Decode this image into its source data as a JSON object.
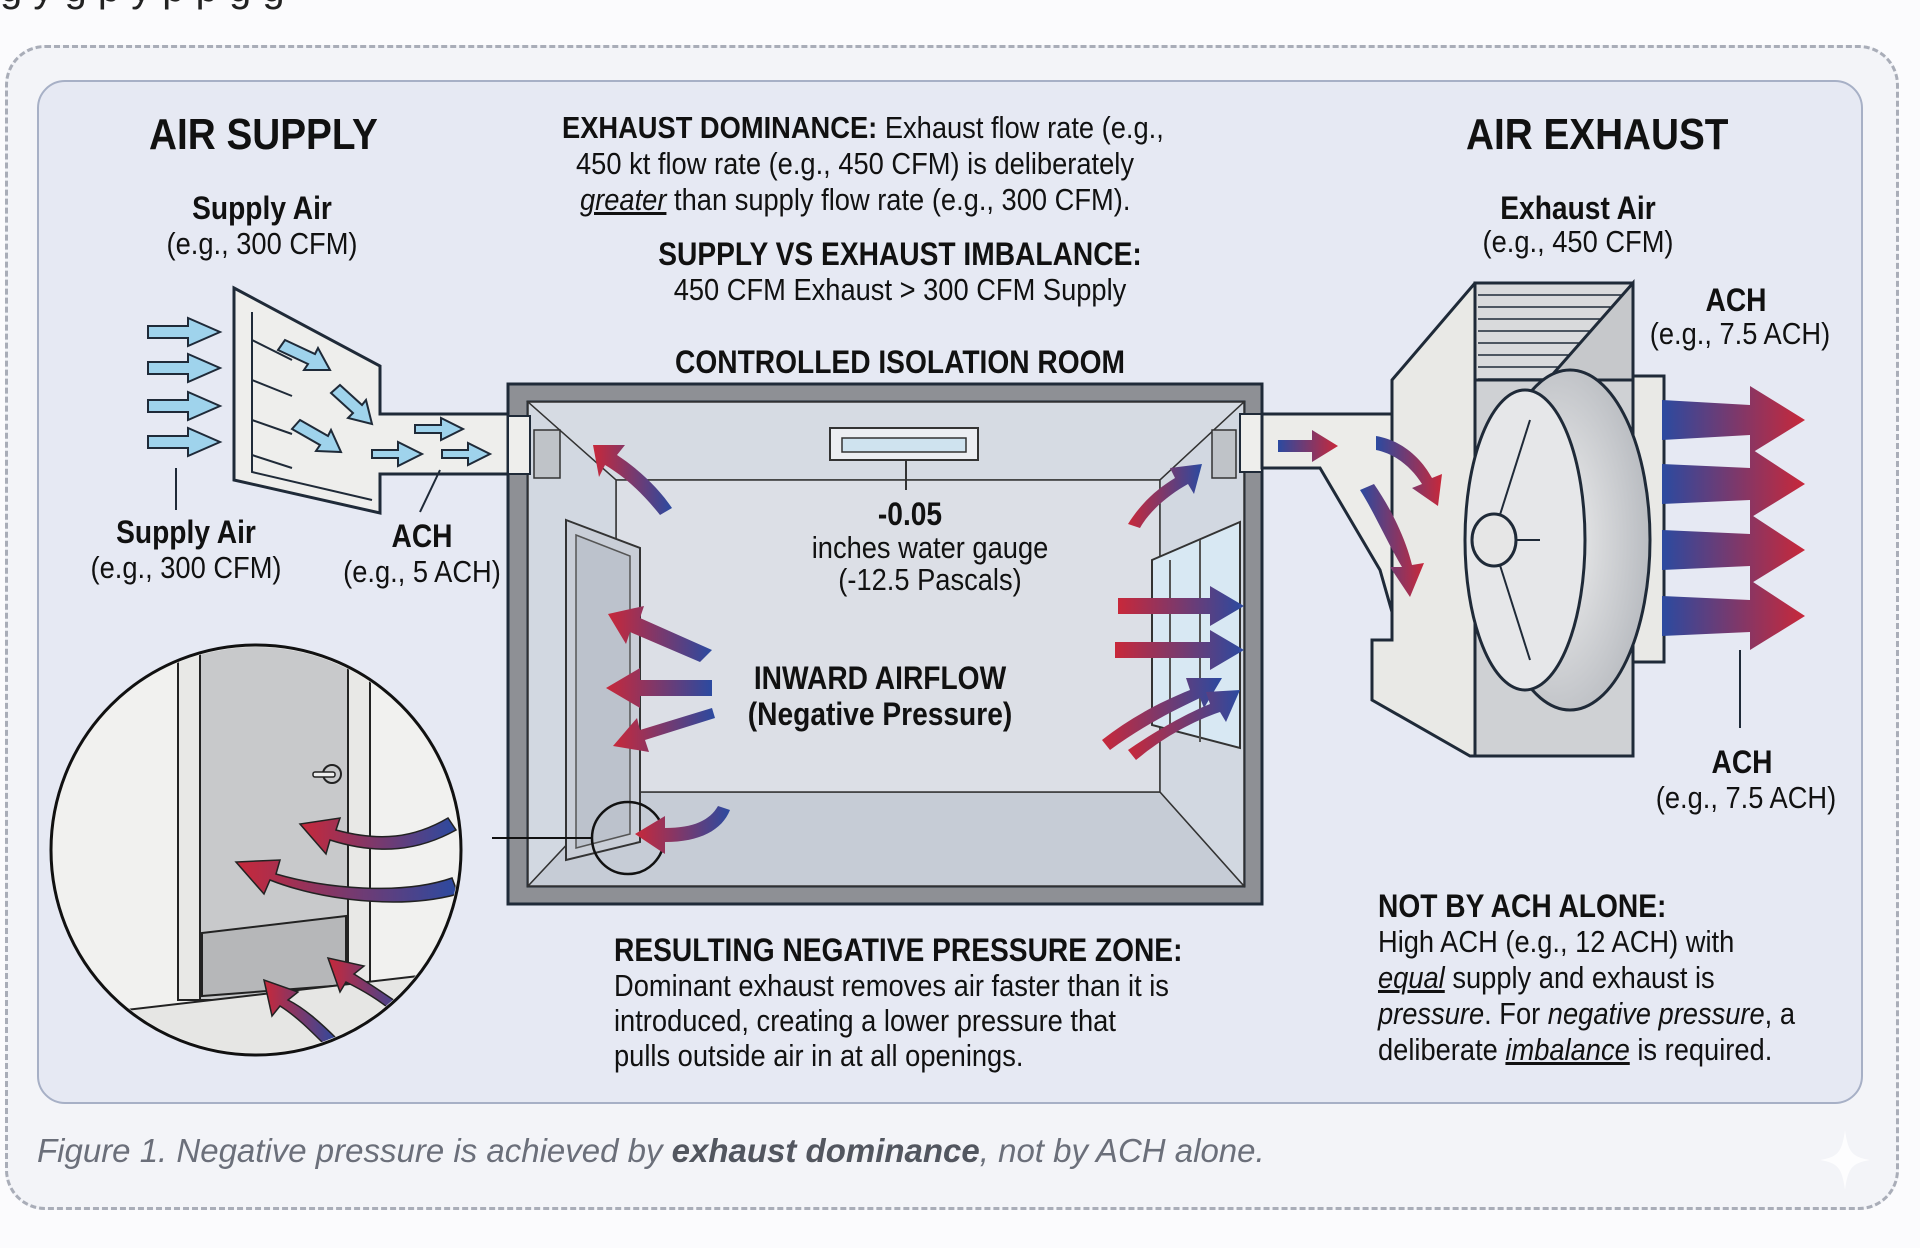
{
  "top_cut_text": "g  y                                    g  p    y  p  p    g                                          g",
  "colors": {
    "panel_bg": "#e6e9f3",
    "outer_bg": "#f3f4f8",
    "supply_arrow": "#9fd3ec",
    "flow_blue": "#2b4aa0",
    "flow_red": "#c8283a",
    "wall_gray": "#8e9095",
    "caption_gray": "#6b6f7a"
  },
  "air_supply": {
    "title": "AIR SUPPLY",
    "supply_air_label": "Supply Air",
    "supply_air_value": "(e.g., 300 CFM)",
    "bottom_supply_label": "Supply Air",
    "bottom_supply_value": "(e.g., 300 CFM)",
    "ach_label": "ACH",
    "ach_value": "(e.g., 5 ACH)"
  },
  "exhaust_dominance": {
    "heading": "EXHAUST DOMINANCE:",
    "line1_rest": " Exhaust flow rate (e.g.,",
    "line2": "450 kt flow rate (e.g., 450 CFM) is deliberately",
    "line3_emph": "greater",
    "line3_rest": " than supply flow rate (e.g., 300 CFM)."
  },
  "imbalance": {
    "heading": "SUPPLY VS EXHAUST IMBALANCE:",
    "text": "450 CFM Exhaust > 300 CFM Supply"
  },
  "room": {
    "title": "CONTROLLED ISOLATION ROOM",
    "pressure_value": "-0.05",
    "pressure_unit": "inches water gauge",
    "pressure_pa": "(-12.5 Pascals)",
    "airflow_title": "INWARD AIRFLOW",
    "airflow_sub": "(Negative Pressure)"
  },
  "air_exhaust": {
    "title": "AIR EXHAUST",
    "exhaust_air_label": "Exhaust Air",
    "exhaust_air_value": "(e.g., 450 CFM)",
    "ach_top_label": "ACH",
    "ach_top_value": "(e.g., 7.5 ACH)",
    "ach_bottom_label": "ACH",
    "ach_bottom_value": "(e.g., 7.5 ACH)"
  },
  "resulting_zone": {
    "heading": "RESULTING NEGATIVE PRESSURE ZONE:",
    "lines": [
      "Dominant exhaust removes air faster than it is",
      "introduced, creating a lower pressure that",
      "pulls outside air in at all openings."
    ]
  },
  "not_by_ach": {
    "heading": "NOT BY ACH ALONE:",
    "line1": "High ACH (e.g., 12 ACH) with",
    "line2_emph": "equal",
    "line2_rest": " supply and exhaust is",
    "line3_emph1": "pressure",
    "line3_mid": ". For ",
    "line3_emph2": "negative pressure",
    "line3_rest": ", a",
    "line4_pre": "deliberate ",
    "line4_emph": "imbalance",
    "line4_rest": " is required."
  },
  "caption": {
    "pre": "Figure 1. Negative pressure is achieved by ",
    "bold": "exhaust dominance",
    "post": ", not by ACH alone."
  }
}
